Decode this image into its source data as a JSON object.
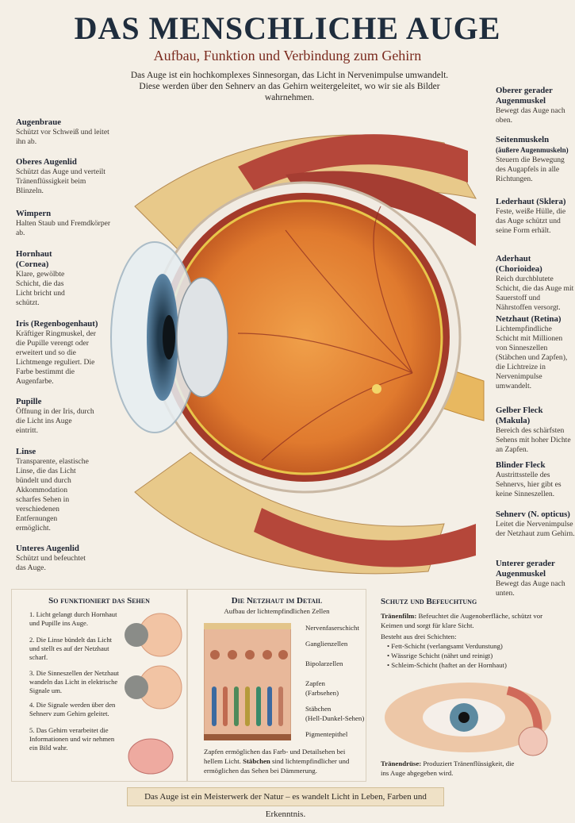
{
  "header": {
    "title": "DAS MENSCHLICHE AUGE",
    "subtitle": "Aufbau, Funktion und Verbindung zum Gehirn",
    "intro": "Das Auge ist ein hochkomplexes Sinnesorgan, das Licht in Nervenimpulse umwandelt. Diese werden über den Sehnerv an das Gehirn weitergeleitet, wo wir sie als Bilder wahrnehmen."
  },
  "left_labels": [
    {
      "title": "Augenbraue",
      "text": "Schützt vor Schweiß und leitet ihn ab."
    },
    {
      "title": "Oberes Augenlid",
      "text": "Schützt das Auge und verteilt Tränenflüssigkeit beim Blinzeln."
    },
    {
      "title": "Wimpern",
      "text": "Halten Staub und Fremdkörper ab."
    },
    {
      "title": "Hornhaut (Cornea)",
      "text": "Klare, gewölbte Schicht, die das Licht bricht und schützt."
    },
    {
      "title": "Iris (Regenbogenhaut)",
      "text": "Kräftiger Ringmuskel, der die Pupille verengt oder erweitert und so die Lichtmenge reguliert. Die Farbe bestimmt die Augenfarbe."
    },
    {
      "title": "Pupille",
      "text": "Öffnung in der Iris, durch die Licht ins Auge eintritt."
    },
    {
      "title": "Linse",
      "text": "Transparente, elastische Linse, die das Licht bündelt und durch Akkommodation scharfes Sehen in verschiedenen Entfernungen ermöglicht."
    },
    {
      "title": "Unteres Augenlid",
      "text": "Schützt und befeuchtet das Auge."
    }
  ],
  "right_labels": [
    {
      "title": "Oberer gerader Augenmuskel",
      "text": "Bewegt das Auge nach oben."
    },
    {
      "title": "Seitenmuskeln",
      "sub": "(äußere Augenmuskeln)",
      "text": "Steuern die Bewegung des Augapfels in alle Richtungen."
    },
    {
      "title": "Lederhaut (Sklera)",
      "text": "Feste, weiße Hülle, die das Auge schützt und seine Form erhält."
    },
    {
      "title": "Aderhaut (Chorioidea)",
      "text": "Reich durchblutete Schicht, die das Auge mit Sauerstoff und Nährstoffen versorgt."
    },
    {
      "title": "Netzhaut (Retina)",
      "text": "Lichtempfindliche Schicht mit Millionen von Sinneszellen (Stäbchen und Zapfen), die Lichtreize in Nervenimpulse umwandelt."
    },
    {
      "title": "Gelber Fleck (Makula)",
      "text": "Bereich des schärfsten Sehens mit hoher Dichte an Zapfen."
    },
    {
      "title": "Blinder Fleck",
      "text": "Austrittsstelle des Sehnervs, hier gibt es keine Sinneszellen."
    },
    {
      "title": "Sehnerv (N. opticus)",
      "text": "Leitet die Nervenimpulse der Netzhaut zum Gehirn."
    },
    {
      "title": "Unterer gerader Augenmuskel",
      "text": "Bewegt das Auge nach unten."
    }
  ],
  "panel_seeing": {
    "title": "So funktioniert das Sehen",
    "steps": [
      "1. Licht gelangt durch Hornhaut und Pupille ins Auge.",
      "2. Die Linse bündelt das Licht und stellt es auf der Netzhaut scharf.",
      "3. Die Sinneszellen der Netzhaut wandeln das Licht in elektrische Signale um.",
      "4. Die Signale werden über den Sehnerv zum Gehirn geleitet.",
      "5. Das Gehirn verarbeitet die Informationen und wir nehmen ein Bild wahr."
    ]
  },
  "panel_retina": {
    "title": "Die Netzhaut im Detail",
    "subtitle": "Aufbau der lichtempfindlichen Zellen",
    "layers": [
      "Nervenfaserschicht",
      "Ganglienzellen",
      "Bipolarzellen",
      "Zapfen",
      "(Farbsehen)",
      "Stäbchen",
      "(Hell-Dunkel-Sehen)",
      "Pigmentepithel"
    ],
    "caption_a": "Zapfen ermöglichen das Farb- und Detailsehen bei hellem Licht. ",
    "caption_bold": "Stäbchen",
    "caption_b": " sind lichtempfindlicher und ermöglichen das Sehen bei Dämmerung."
  },
  "panel_protection": {
    "title": "Schutz und Befeuchtung",
    "tear_film_label": "Tränenfilm:",
    "tear_film_text": " Befeuchtet die Augenoberfläche, schützt vor Keimen und sorgt für klare Sicht.",
    "layers_intro": "Besteht aus drei Schichten:",
    "layers": [
      "Fett-Schicht (verlangsamt Verdunstung)",
      "Wässrige Schicht (nährt und reinigt)",
      "Schleim-Schicht (haftet an der Hornhaut)"
    ],
    "gland_label": "Tränendrüse:",
    "gland_text": " Produziert Tränenflüssigkeit, die ins Auge abgegeben wird."
  },
  "footer": "Das Auge ist ein Meisterwerk der Natur – es wandelt Licht in Leben, Farben und Erkenntnis.",
  "colors": {
    "title": "#1f2d3d",
    "subtitle": "#7a2a1e",
    "retina": "#e07a2e",
    "muscle": "#b5473a"
  }
}
